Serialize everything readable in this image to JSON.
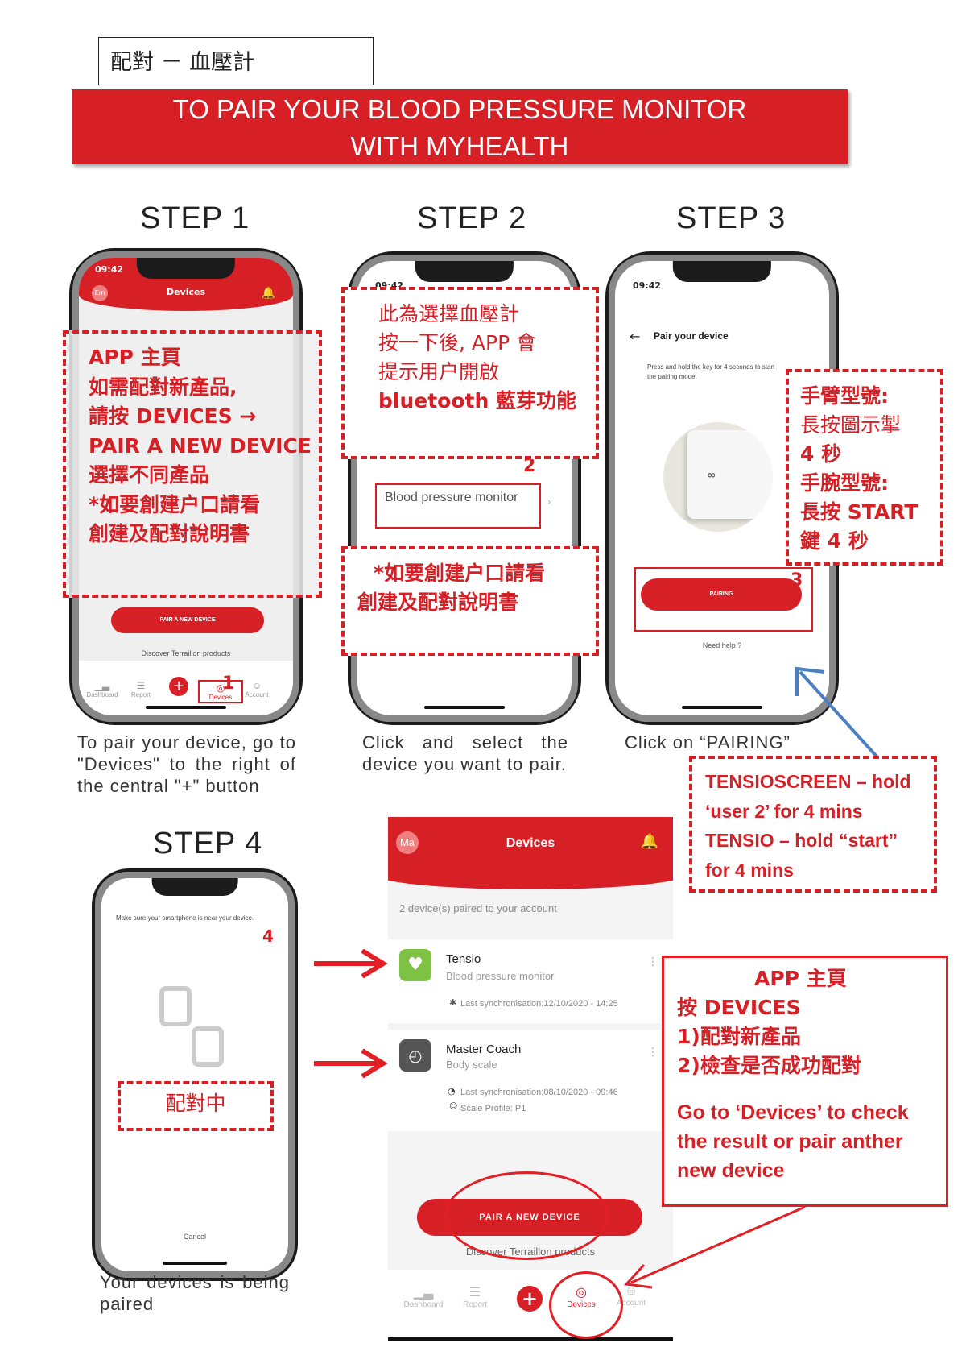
{
  "header": {
    "zh_title": "配對 － 血壓計",
    "banner_line1": "TO PAIR YOUR BLOOD PRESSURE MONITOR",
    "banner_line2": "WITH MYHEALTH"
  },
  "steps": {
    "s1": "STEP 1",
    "s2": "STEP 2",
    "s3": "STEP 3",
    "s4": "STEP 4"
  },
  "step1": {
    "time": "09:42",
    "screen_title": "Devices",
    "avatar": "Em",
    "ann": [
      "APP 主頁",
      "如需配對新產品,",
      "請按 DEVICES →",
      "PAIR A NEW DEVICE",
      "選擇不同產品",
      "*如要創建户口請看",
      "創建及配對說明書"
    ],
    "pair_button": "PAIR A NEW DEVICE",
    "discover": "Discover Terraillon products",
    "nav": [
      "Dashboard",
      "Report",
      "Devices",
      "Account"
    ],
    "marker": "1",
    "desc": "To pair your device, go to \"Devices\" to the right of the central \"+\" button"
  },
  "step2": {
    "time": "09:42",
    "ann_top": [
      "此為選擇血壓計",
      "按一下後, APP 會",
      "提示用户開啟",
      "bluetooth 藍芽功能"
    ],
    "option": "Blood pressure monitor",
    "marker": "2",
    "ann_bottom": [
      "*如要創建户口請看",
      "創建及配對說明書"
    ],
    "desc": "Click and select the device you want to pair."
  },
  "step3": {
    "time": "09:42",
    "screen_title": "Pair your device",
    "instruction": "Press and hold the key for 4 seconds to start the pairing mode.",
    "ann": [
      "手臂型號:",
      "長按圖示掣",
      "4 秒",
      "手腕型號:",
      "長按 START",
      "鍵 4 秒"
    ],
    "marker": "3",
    "pairing_button": "PAIRING",
    "help": "Need help ?",
    "desc": "Click on “PAIRING”",
    "tensio": [
      "TENSIOSCREEN – hold",
      "‘user 2’ for 4 mins",
      "TENSIO – hold “start”",
      "for 4 mins"
    ]
  },
  "step4": {
    "notice": "Make sure your smartphone is near your device.",
    "marker": "4",
    "pairing_zh": "配對中",
    "cancel": "Cancel",
    "desc": "Your devices is being paired"
  },
  "app": {
    "avatar": "Ma",
    "title": "Devices",
    "paired_count": "2 device(s) paired to your account",
    "devices": [
      {
        "name": "Tensio",
        "type": "Blood pressure monitor",
        "sync": "Last synchronisation:12/10/2020 - 14:25",
        "icon": "heart-pulse-icon"
      },
      {
        "name": "Master Coach",
        "type": "Body scale",
        "sync": "Last synchronisation:08/10/2020 - 09:46",
        "profile": "Scale Profile: P1",
        "icon": "scale-gauge-icon"
      }
    ],
    "pair_button": "PAIR A NEW DEVICE",
    "discover": "Discover Terraillon products",
    "nav": [
      "Dashboard",
      "Report",
      "Devices",
      "Account"
    ]
  },
  "final_note": {
    "lines": [
      "APP 主頁",
      "按 DEVICES",
      "1)配對新產品",
      "2)檢查是否成功配對"
    ],
    "en": [
      "Go to ‘Devices’ to check",
      "the result or pair anther",
      "new device"
    ]
  },
  "colors": {
    "brand_red": "#d71f26",
    "arrow_blue": "#4a7fc1"
  }
}
